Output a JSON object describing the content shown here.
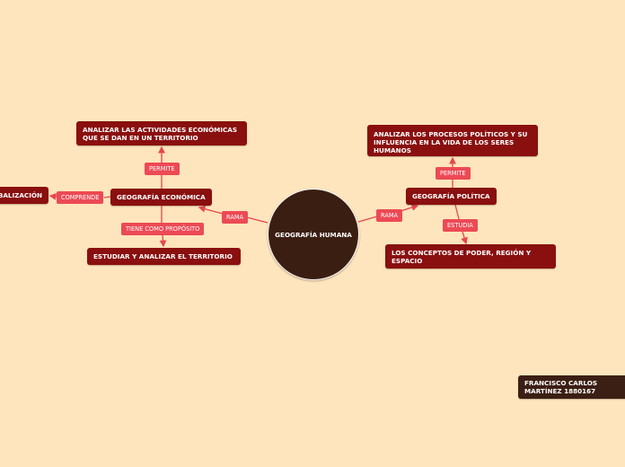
{
  "central_topic": "GEOGRAFÍA HUMANA",
  "branches": {
    "left": {
      "connector": "RAMA",
      "title": "GEOGRAFÍA ECONÓMICA",
      "up_connector": "PERMITE",
      "up_node": "ANALIZAR LAS ACTIVIDADES ECONÓMICAS QUE SE DAN EN UN TERRITORIO",
      "side_connector": "COMPRENDE",
      "side_node": "GLOBALIZACIÓN",
      "down_connector": "TIENE COMO PROPÓSITO",
      "down_node": "ESTUDIAR Y ANALIZAR EL TERRITORIO"
    },
    "right": {
      "connector": "RAMA",
      "title": "GEOGRAFÍA POLÍTICA",
      "up_connector": "PERMITE",
      "up_node": "ANALIZAR LOS PROCESOS POLÍTICOS Y SU INFLUENCIA EN LA VIDA DE LOS SERES HUMANOS",
      "down_connector": "ESTUDIA",
      "down_node": "LOS CONCEPTOS DE PODER, REGIÓN Y ESPACIO"
    }
  },
  "author": "FRANCISCO CARLOS MARTÍNEZ 1880167",
  "colors": {
    "background": "#ffe5bd",
    "central_fill": "#3b1e12",
    "node_fill": "#8a0f0f",
    "label_fill": "#ec4a55",
    "line": "#e8454f",
    "author_fill": "#3c1f14"
  }
}
